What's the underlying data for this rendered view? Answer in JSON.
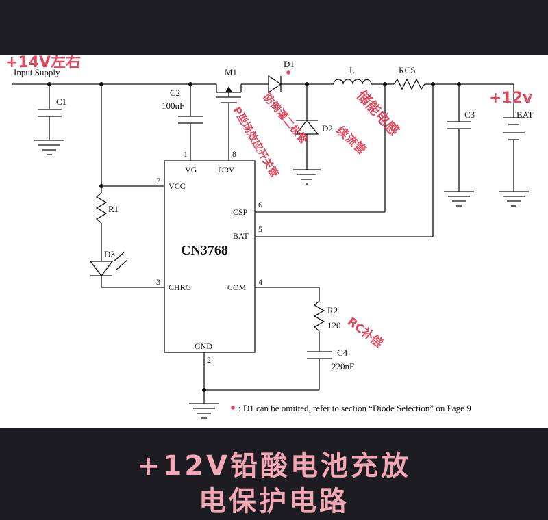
{
  "caption": {
    "line1": "+12V铅酸电池充放",
    "line2": "电保护电路"
  },
  "labels": {
    "input_supply": "Input Supply",
    "chip": "CN3768",
    "c1": "C1",
    "c2": "C2",
    "c2_value": "100nF",
    "c3": "C3",
    "c4": "C4",
    "c4_value": "220nF",
    "r1": "R1",
    "r2": "R2",
    "r2_value": "120",
    "d1": "D1",
    "d2": "D2",
    "d3": "D3",
    "m1": "M1",
    "l": "L",
    "rcs": "RCS",
    "bat": "BAT",
    "pin_vg": "VG",
    "pin_drv": "DRV",
    "pin_vcc": "VCC",
    "pin_csp": "CSP",
    "pin_bat": "BAT",
    "pin_chrg": "CHRG",
    "pin_com": "COM",
    "pin_gnd": "GND",
    "pin_num_1": "1",
    "pin_num_8": "8",
    "pin_num_7": "7",
    "pin_num_6": "6",
    "pin_num_5": "5",
    "pin_num_3": "3",
    "pin_num_4": "4",
    "pin_num_2": "2",
    "footnote": ": D1 can be omitted, refer to section “Diode Selection” on Page 9"
  },
  "annotations": {
    "input_voltage": "+14V左右",
    "output_voltage": "+12v",
    "mosfet_note": "P型场效应开关管",
    "d1_note": "防倒灌二极管",
    "inductor_note": "储能电感",
    "d2_note": "续流管",
    "rc_note": "RC补偿"
  },
  "colors": {
    "annotation": "#e04a5e",
    "caption": "#f2a7b6",
    "background_dark": "#1d1d21"
  }
}
